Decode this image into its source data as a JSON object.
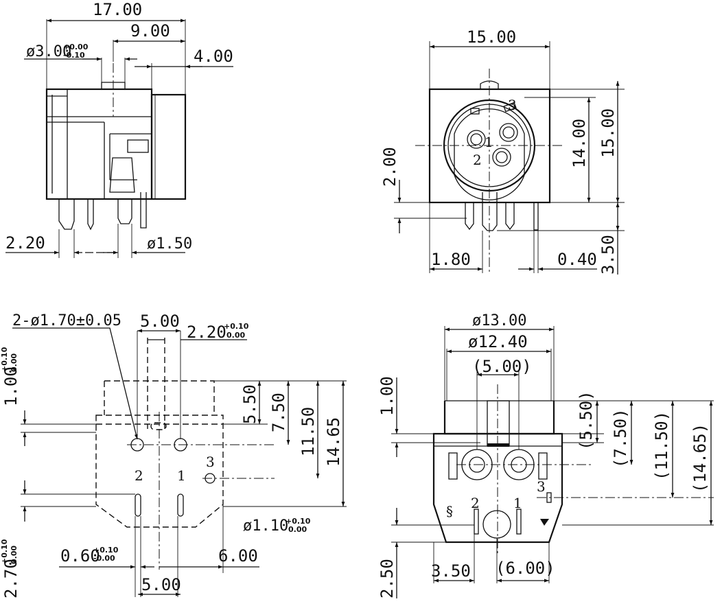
{
  "views": {
    "side": {
      "dims": {
        "overall_width": "17.00",
        "hole_offset": "9.00",
        "hole_dia_prefix": "ø3.00",
        "hole_tol_upper": "+0.00",
        "hole_tol_lower": "-0.10",
        "rear_depth": "4.00",
        "pin_pitch": "2.20",
        "pin_dia": "ø1.50"
      }
    },
    "front": {
      "dims": {
        "width": "15.00",
        "inner_height": "14.00",
        "outer_height": "15.00",
        "bottom_offset": "2.00",
        "pin_left": "1.80",
        "pin_right": "0.40",
        "pin_length": "3.50"
      },
      "pin_labels": [
        "1",
        "2",
        "3"
      ]
    },
    "layout": {
      "dims": {
        "hole_spec": "2-ø1.70±0.05",
        "top_pitch": "5.00",
        "top_offset": "2.20",
        "top_offset_tol_upper": "+0.10",
        "top_offset_tol_lower": "0.00",
        "upper_gap": "1.00",
        "upper_gap_tol_upper": "+0.10",
        "upper_gap_tol_lower": "0.00",
        "h1": "5.50",
        "h2": "7.50",
        "h3": "11.50",
        "h4": "14.65",
        "small_hole": "ø1.10",
        "small_hole_tol_upper": "+0.10",
        "small_hole_tol_lower": "0.00",
        "slot_width": "0.60",
        "slot_tol_upper": "+0.10",
        "slot_tol_lower": "-0.00",
        "right_offset": "6.00",
        "bottom_pitch": "5.00",
        "lower_gap": "2.70",
        "lower_gap_tol_upper": "+0.10",
        "lower_gap_tol_lower": "0.00"
      },
      "pin_labels": [
        "2",
        "1",
        "3"
      ]
    },
    "bottom": {
      "dims": {
        "outer_dia": "ø13.00",
        "inner_dia": "ø12.40",
        "center_width": "(5.00)",
        "top_gap": "1.00",
        "h1": "(5.50)",
        "h2": "(7.50)",
        "h3": "(11.50)",
        "h4": "(14.65)",
        "bottom_gap": "2.50",
        "slot_offset": "3.50",
        "pitch": "(6.00)"
      },
      "pin_labels": [
        "2",
        "1",
        "3"
      ]
    }
  }
}
